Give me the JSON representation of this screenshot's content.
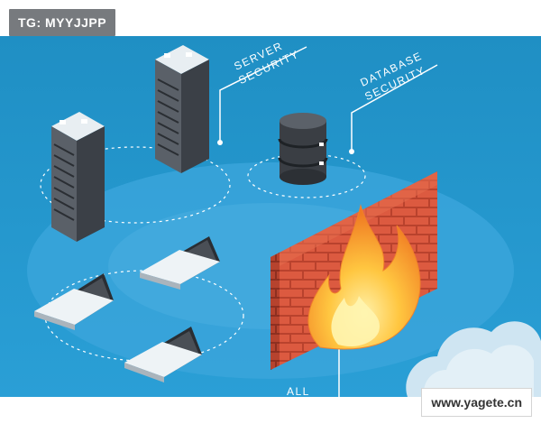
{
  "watermark_top": "TG: MYYJJPP",
  "watermark_bottom": "www.yagete.cn",
  "labels": {
    "server_line1": "SERVER",
    "server_line2": "SECURITY",
    "database_line1": "DATABASE",
    "database_line2": "SECURITY",
    "firewall_partial": "ALL"
  },
  "colors": {
    "background": "#2196c9",
    "disc": "#45a9de",
    "brick": "#d9553c",
    "flame": "#f6a33a"
  }
}
